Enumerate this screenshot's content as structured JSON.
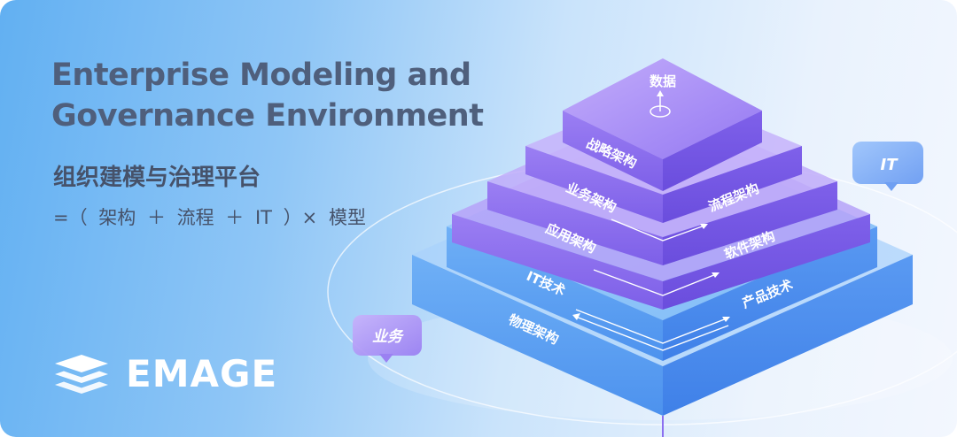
{
  "header": {
    "title_line1": "Enterprise Modeling and",
    "title_line2": "Governance Environment",
    "subtitle": "组织建模与治理平台",
    "formula": "=（ 架构 ＋ 流程 ＋ IT ）× 模型"
  },
  "logo": {
    "icon": "stacked-layers-icon",
    "text": "EMAGE"
  },
  "pyramid": {
    "top_label": "数据",
    "layer_labels": {
      "strategy": "战略架构",
      "business": "业务架构",
      "process": "流程架构",
      "application": "应用架构",
      "software": "软件架构",
      "it_tech": "IT技术",
      "product_tech": "产品技术",
      "physical": "物理架构"
    }
  },
  "bubbles": {
    "it": "IT",
    "business": "业务"
  },
  "colors": {
    "top_layers": "#8d6ff0",
    "middle_layer": "#5f9ff0",
    "bottom_layers": "#3f8ff0",
    "title_text": "#4f5f7c"
  }
}
